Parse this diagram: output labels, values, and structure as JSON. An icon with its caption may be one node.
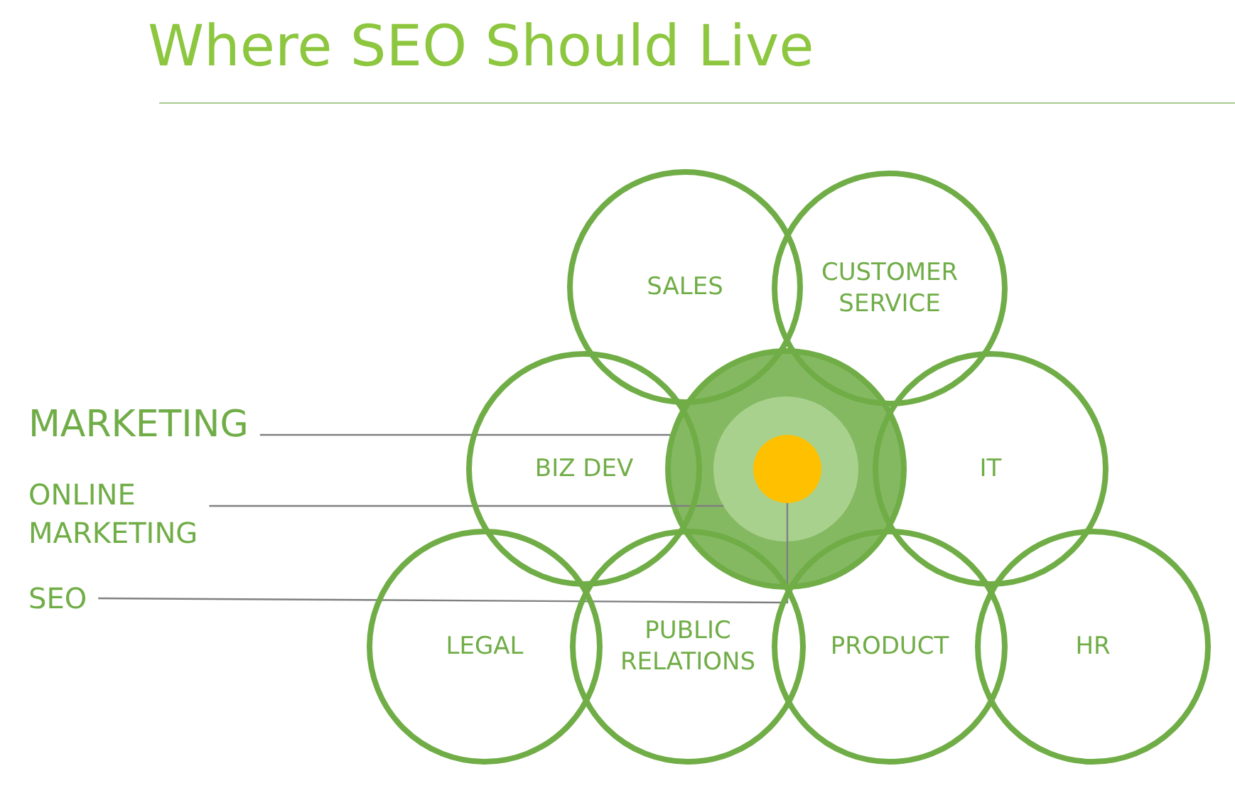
{
  "diagram": {
    "title": "Where SEO Should Live",
    "nodes": [
      {
        "text": [
          "SALES"
        ]
      },
      {
        "text": [
          "CUSTOMER SERVICE"
        ]
      },
      {
        "text": [
          "MARKETING"
        ]
      },
      {
        "text": [
          "BIZ DEV"
        ]
      },
      {
        "text": [],
        "shape": "circle"
      },
      {
        "text": [],
        "shape": "circle",
        "in": 4
      },
      {
        "text": [],
        "shape": "circle",
        "in": 5
      },
      {
        "text": [
          "IT"
        ]
      },
      {
        "text": [
          "ONLINE MARKETING"
        ]
      },
      {
        "text": [
          "SEO"
        ]
      },
      {
        "text": [
          "LEGAL"
        ]
      },
      {
        "text": [
          "PUBLIC RELATIONS"
        ]
      },
      {
        "text": [
          "PRODUCT"
        ]
      },
      {
        "text": [
          "HR"
        ]
      }
    ],
    "edges": [
      {
        "from": 2,
        "to": 4,
        "arrow": "none"
      },
      {
        "from": 8,
        "to": 5,
        "arrow": "none"
      },
      {
        "from": 9,
        "to": 6,
        "arrow": "none"
      }
    ]
  }
}
